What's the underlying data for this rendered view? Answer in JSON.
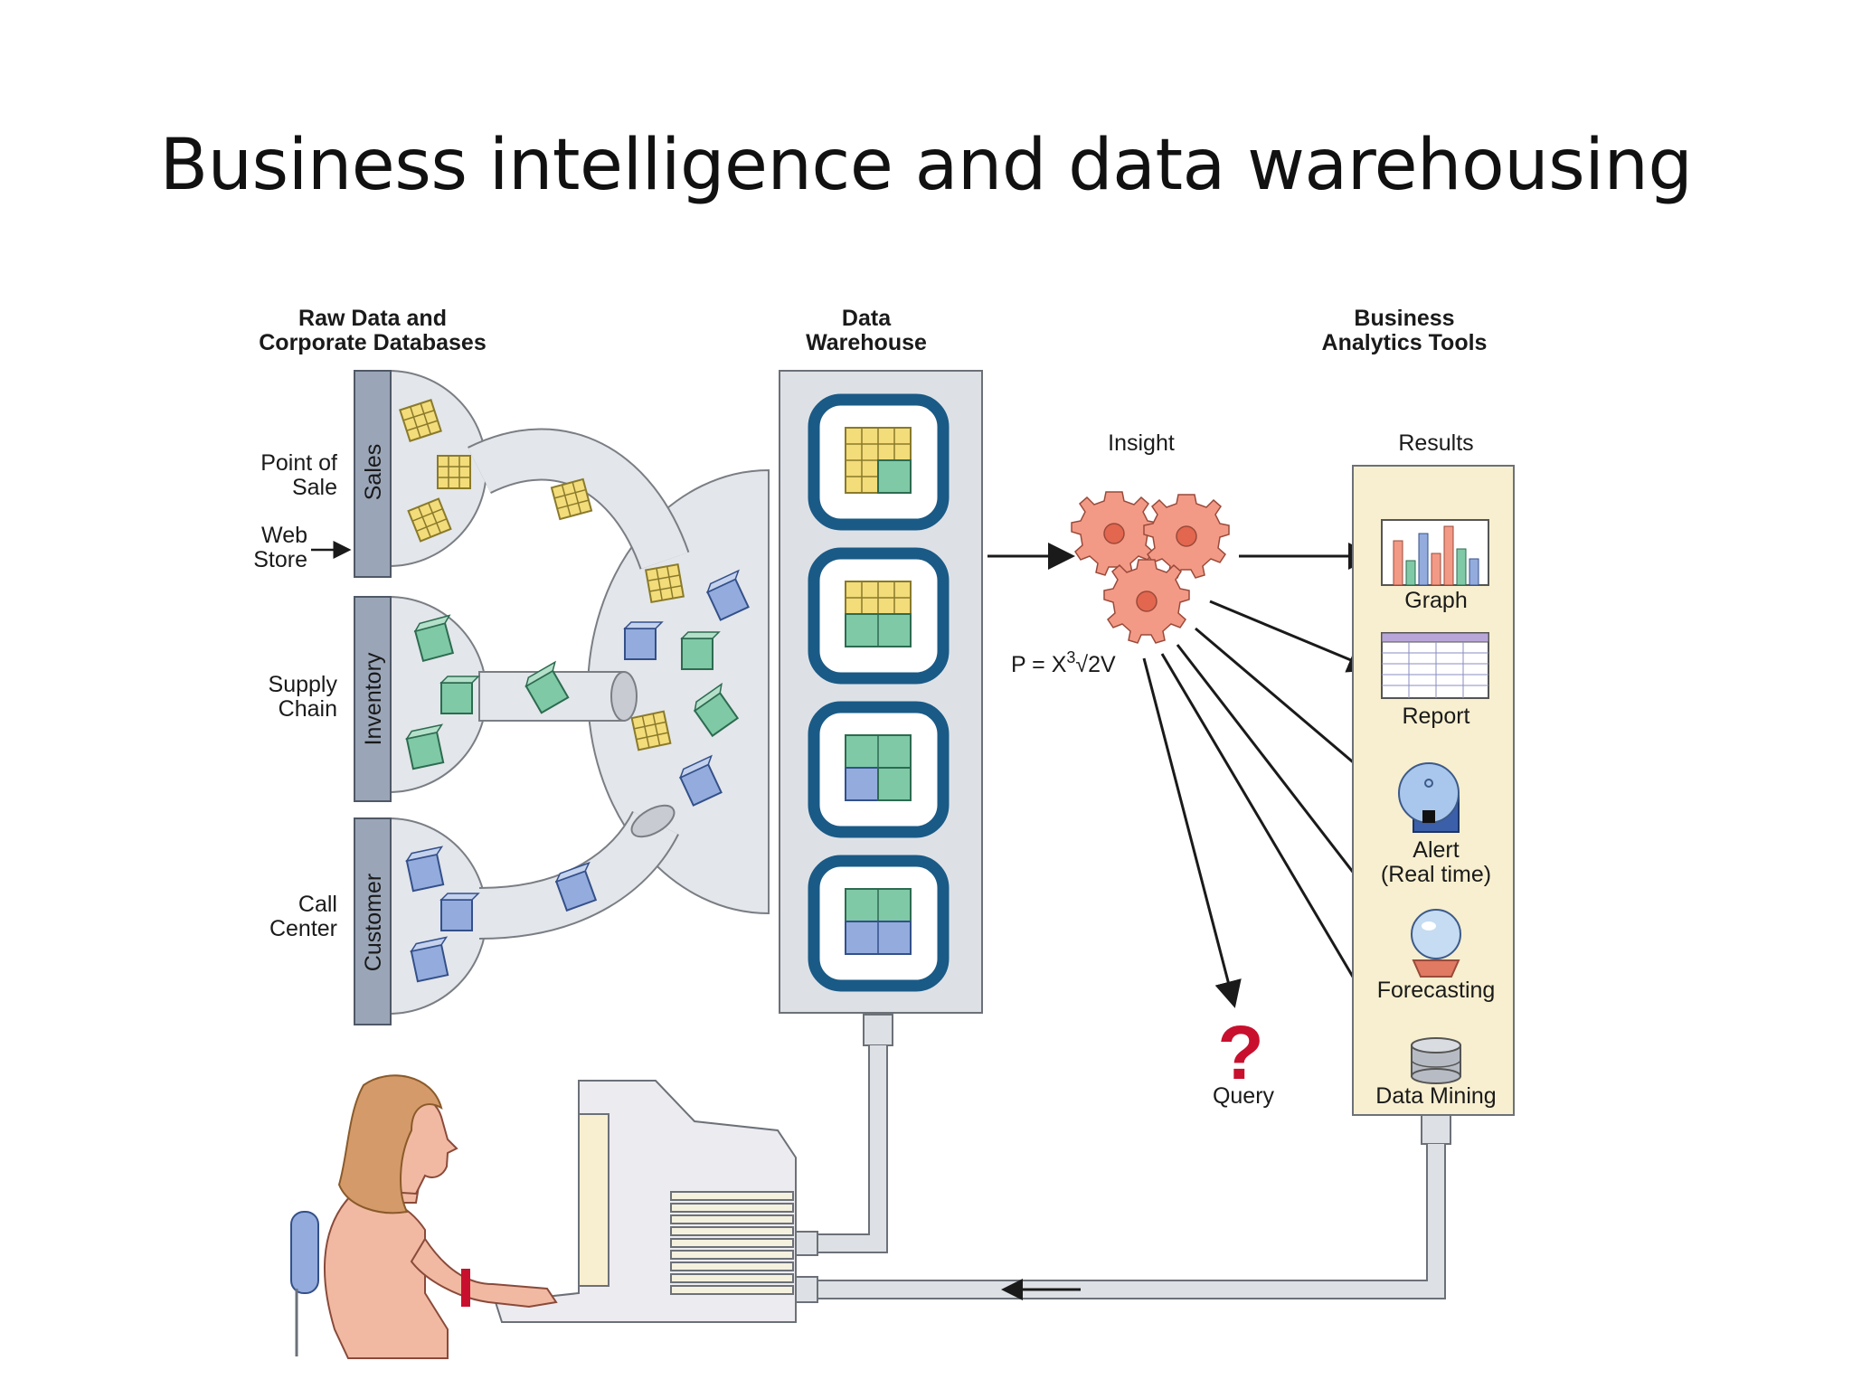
{
  "title": "Business intelligence and data warehousing",
  "diagram": {
    "headers": {
      "raw_line1": "Raw Data and",
      "raw_line2": "Corporate Databases",
      "warehouse_line1": "Data",
      "warehouse_line2": "Warehouse",
      "bat_line1": "Business",
      "bat_line2": "Analytics Tools"
    },
    "sources": {
      "pos_line1": "Point of",
      "pos_line2": "Sale",
      "web_line1": "Web",
      "web_line2": "Store",
      "supply_line1": "Supply",
      "supply_line2": "Chain",
      "call_line1": "Call",
      "call_line2": "Center"
    },
    "databases": [
      "Sales",
      "Inventory",
      "Customer"
    ],
    "insight": "Insight",
    "formula": {
      "base": "P = X",
      "exp": "3",
      "radical": "√2V"
    },
    "results_label": "Results",
    "results": {
      "graph": "Graph",
      "report": "Report",
      "alert_line1": "Alert",
      "alert_line2": "(Real time)",
      "forecasting": "Forecasting",
      "mining": "Data Mining"
    },
    "query": "Query",
    "query_mark": "?",
    "colors": {
      "cube_yellow": "#f3dc7a",
      "cube_green": "#7fc9a6",
      "cube_blue": "#93acdd",
      "warehouse_frame": "#1a5a86",
      "gear": "#f39a86",
      "panel": "#f7efcf",
      "query_red": "#c8102e"
    }
  }
}
